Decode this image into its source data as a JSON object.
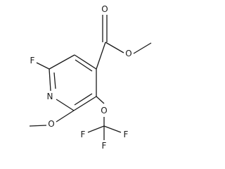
{
  "structure": {
    "atoms": {
      "ring_f": "F",
      "ring_n": "N",
      "carbonyl_o": "O",
      "ester_o": "O",
      "methoxy_o": "O",
      "ocf3_o": "O",
      "cf3_f_left": "F",
      "cf3_f_right": "F",
      "cf3_f_bottom": "F"
    }
  }
}
